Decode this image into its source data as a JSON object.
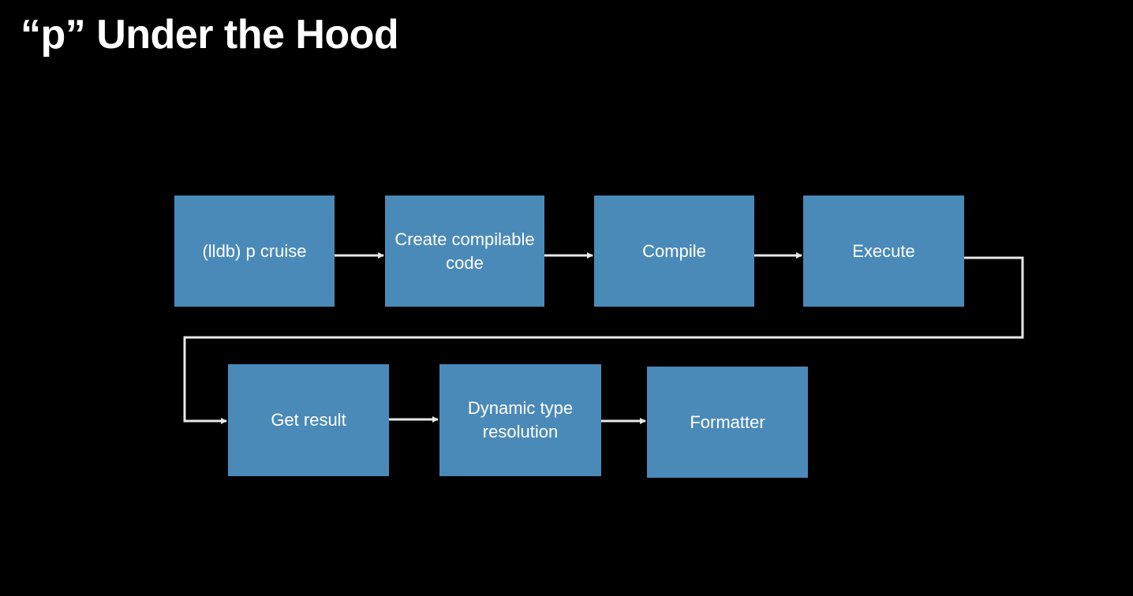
{
  "slide": {
    "title": "“p” Under the Hood"
  },
  "flow": {
    "steps": [
      {
        "label": "(lldb) p cruise"
      },
      {
        "label": "Create compilable code"
      },
      {
        "label": "Compile"
      },
      {
        "label": "Execute"
      },
      {
        "label": "Get result"
      },
      {
        "label": "Dynamic type resolution"
      },
      {
        "label": "Formatter"
      }
    ],
    "box_color": "#4a8ab8",
    "connector_color": "#e8e8e8",
    "background_color": "#000000"
  }
}
